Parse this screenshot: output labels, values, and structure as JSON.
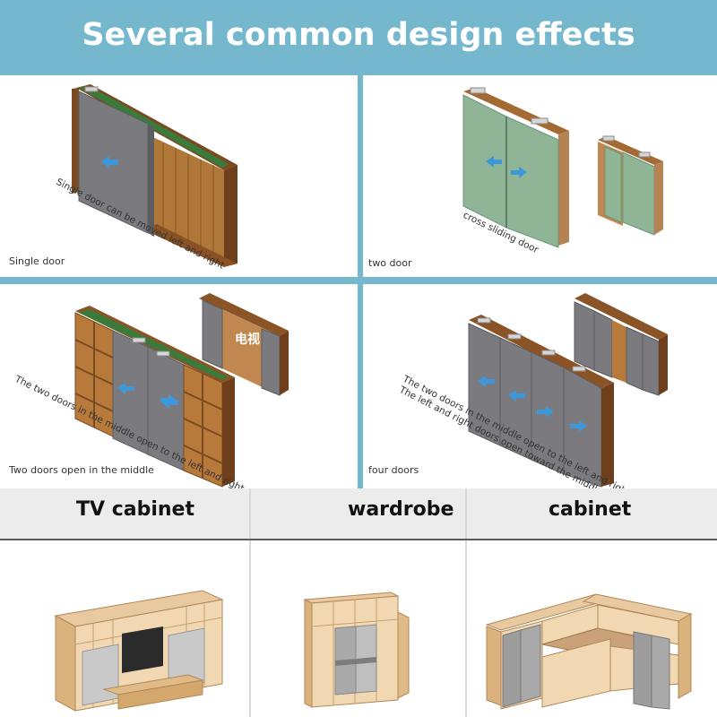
{
  "header": {
    "title": "Several common design effects"
  },
  "panels": {
    "single": {
      "caption": "Single door",
      "note": "Single door can be moved left and right"
    },
    "two": {
      "caption": "two door",
      "note": "cross sliding door"
    },
    "middle": {
      "caption": "Two doors open in the middle",
      "note": "The two doors in the middle open to the left and right",
      "tv_label": "电视"
    },
    "four": {
      "caption": "four doors",
      "note1": "The two doors in the middle open to the left and right",
      "note2": "The left and right doors open toward the middle"
    }
  },
  "categories": [
    {
      "label": "TV cabinet"
    },
    {
      "label": "wardrobe"
    },
    {
      "label": "cabinet"
    }
  ],
  "colors": {
    "header": "#75b8cd",
    "door_gray": "#7b7b7f",
    "door_green": "#8fb596",
    "wood": "#a0682f",
    "arrow": "#3d97d8",
    "band": "#ececec"
  }
}
